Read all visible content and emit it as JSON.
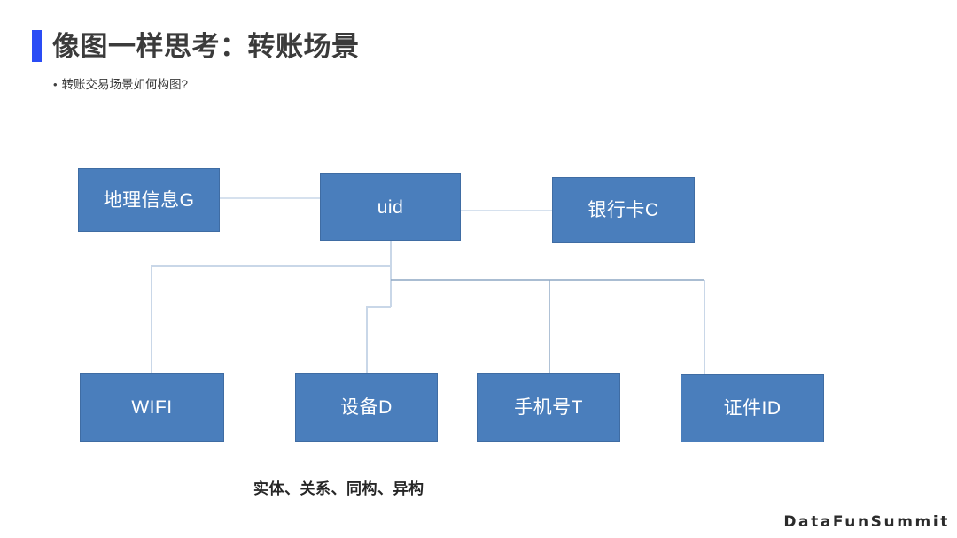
{
  "slide": {
    "title": "像图一样思考：转账场景",
    "accent_color": "#2a4cf5",
    "background_color": "#ffffff",
    "bullet_marker": "•",
    "bullet": "转账交易场景如何构图?",
    "caption": "实体、关系、同构、异构",
    "brand": "DataFunSummit"
  },
  "diagram": {
    "node_fill": "#4a7ebc",
    "node_border": "#3f6ca3",
    "connector_light": "#c9d7e8",
    "connector_dark": "#8ea7c4",
    "nodes": [
      {
        "id": "geo",
        "label": "地理信息G"
      },
      {
        "id": "uid",
        "label": "uid"
      },
      {
        "id": "card",
        "label": "银行卡C"
      },
      {
        "id": "wifi",
        "label": "WIFI"
      },
      {
        "id": "device",
        "label": "设备D"
      },
      {
        "id": "phone",
        "label": "手机号T"
      },
      {
        "id": "idcard",
        "label": "证件ID"
      }
    ],
    "edges": [
      {
        "from": "geo",
        "to": "uid"
      },
      {
        "from": "uid",
        "to": "card"
      },
      {
        "from": "uid",
        "to": "wifi"
      },
      {
        "from": "uid",
        "to": "device"
      },
      {
        "from": "uid",
        "to": "phone"
      },
      {
        "from": "uid",
        "to": "idcard"
      }
    ]
  }
}
